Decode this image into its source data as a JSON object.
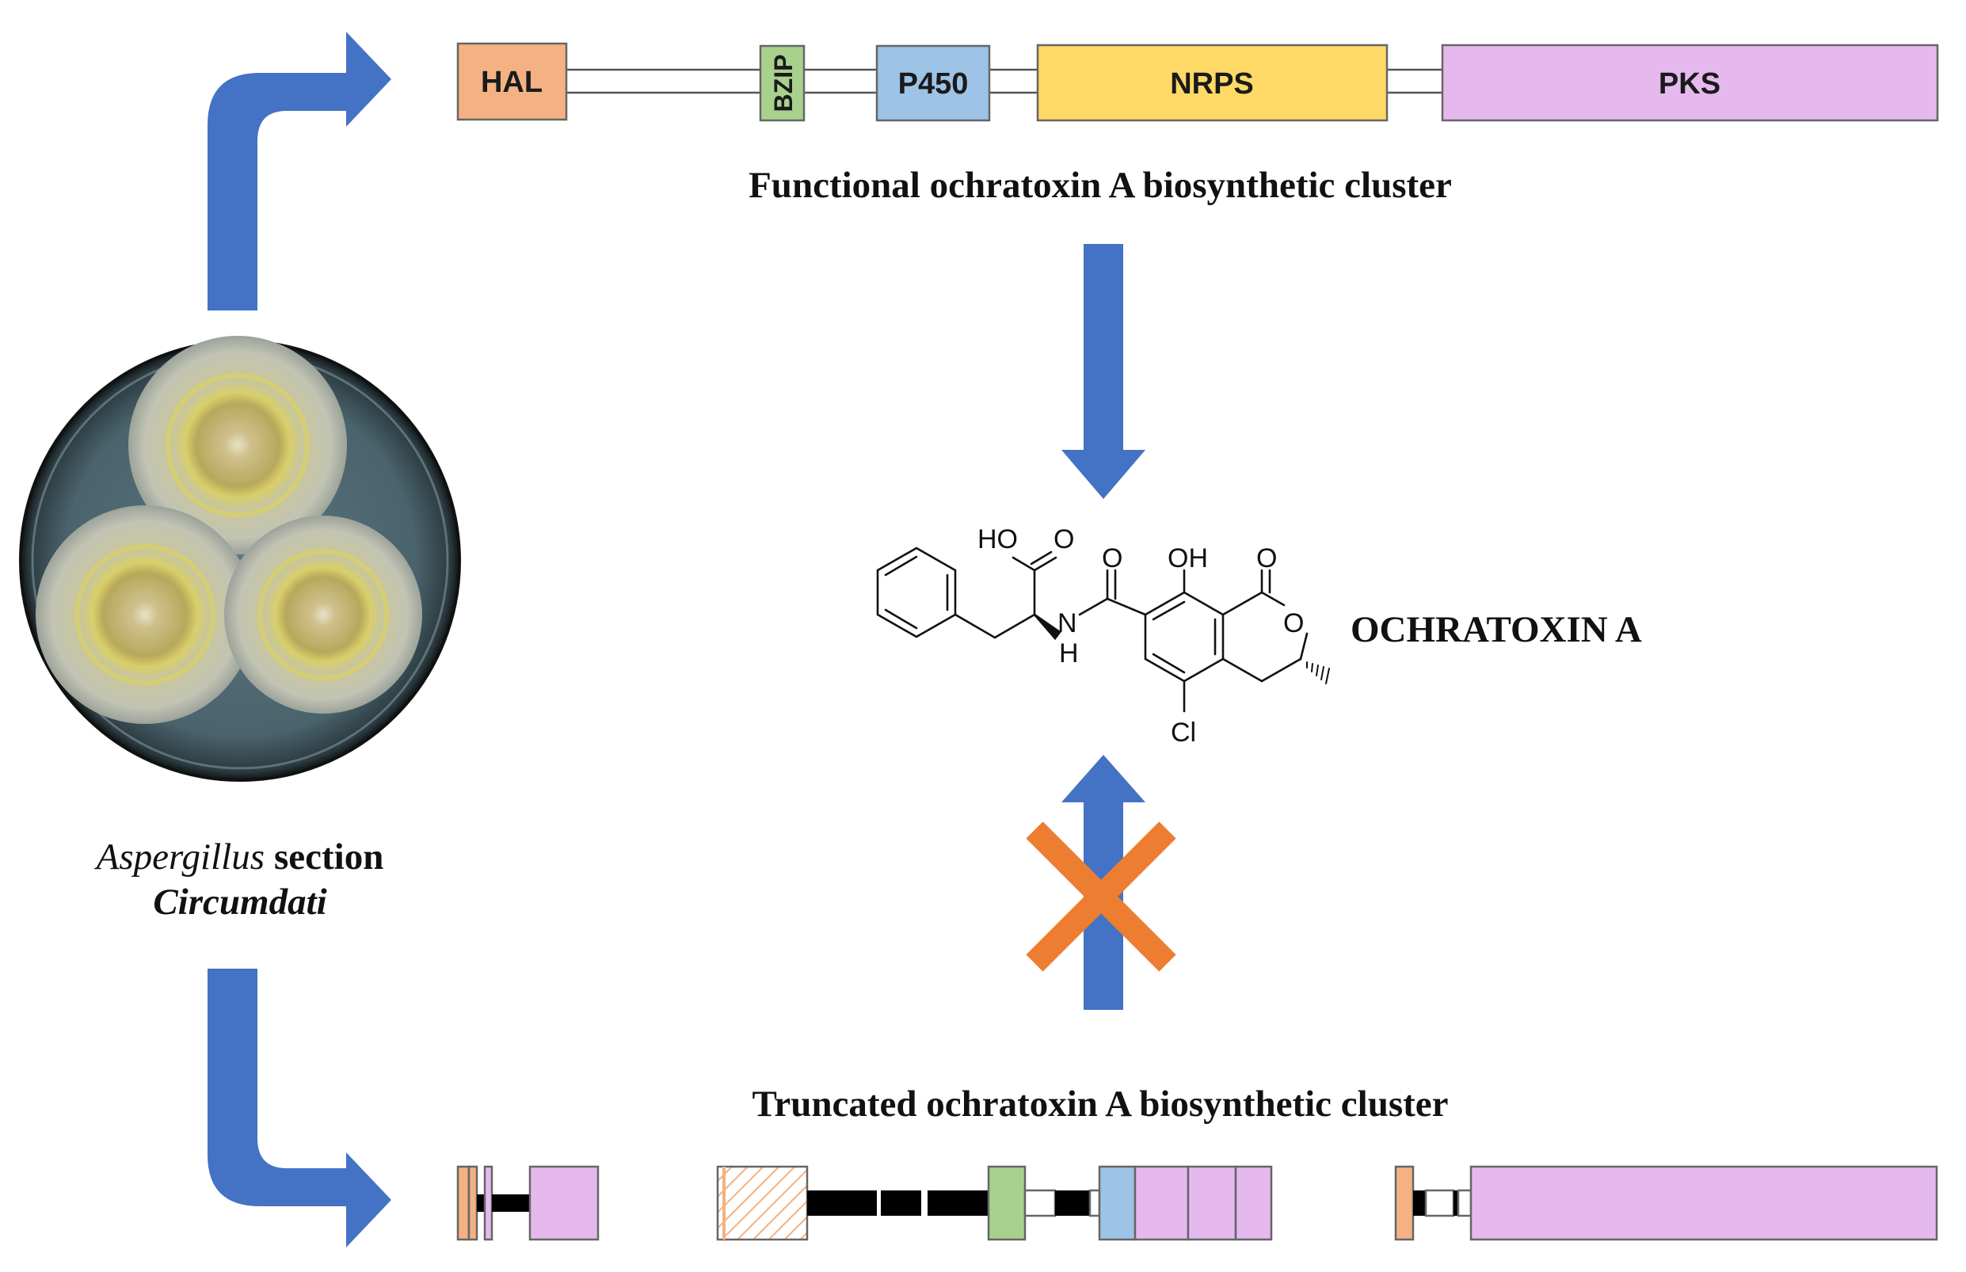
{
  "functional_cluster": {
    "caption": "Functional ochratoxin A biosynthetic cluster",
    "genes": [
      {
        "label": "HAL",
        "color": "#F4B183"
      },
      {
        "label": "BZIP",
        "color": "#A9D18E"
      },
      {
        "label": "P450",
        "color": "#9DC3E6"
      },
      {
        "label": "NRPS",
        "color": "#FFD966"
      },
      {
        "label": "PKS",
        "color": "#E6B9EE"
      }
    ]
  },
  "truncated_cluster": {
    "caption": "Truncated ochratoxin A biosynthetic cluster"
  },
  "product": {
    "name": "OCHRATOXIN A",
    "atom_labels": {
      "ho": "HO",
      "o_acid": "O",
      "o_amide": "O",
      "oh": "OH",
      "o_lactone_carbonyl": "O",
      "o_ring": "O",
      "n": "N",
      "h": "H",
      "cl": "Cl"
    }
  },
  "organism": {
    "genus": "Aspergillus",
    "section_word": "section",
    "section_name": "Circumdati"
  },
  "colors": {
    "arrow_blue": "#4472C4",
    "cross_orange": "#ED7D31",
    "hal": "#F4B183",
    "bzip": "#A9D18E",
    "p450": "#9DC3E6",
    "nrps": "#FFD966",
    "pks": "#E6B9EE"
  }
}
